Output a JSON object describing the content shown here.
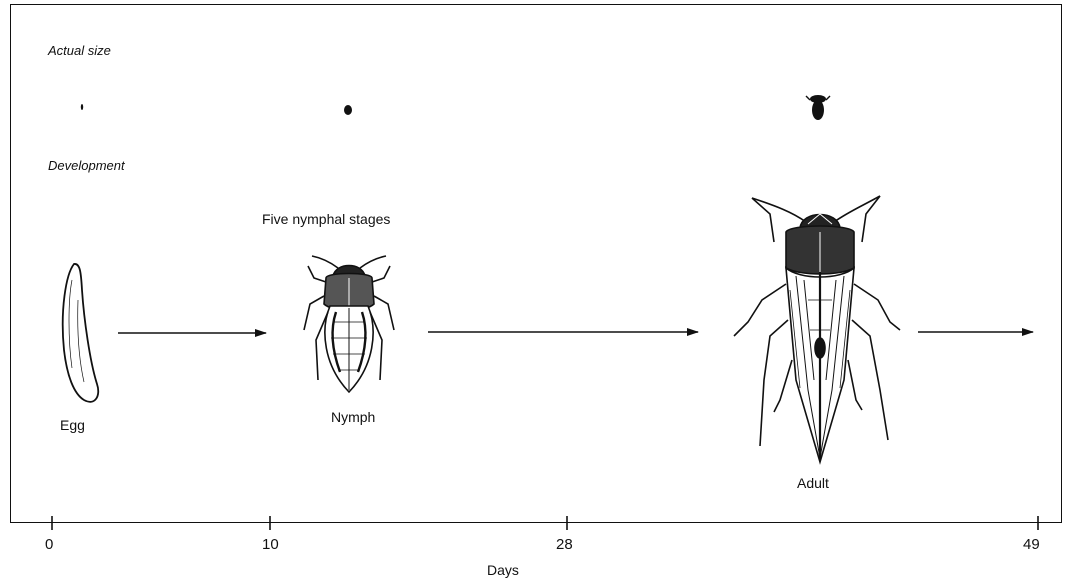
{
  "labels": {
    "actual_size": "Actual size",
    "development": "Development",
    "five_nymphal_stages": "Five nymphal stages",
    "egg": "Egg",
    "nymph": "Nymph",
    "adult": "Adult",
    "axis_title": "Days"
  },
  "axis_ticks": [
    {
      "label": "0",
      "day": 0
    },
    {
      "label": "10",
      "day": 10
    },
    {
      "label": "28",
      "day": 28
    },
    {
      "label": "49",
      "day": 49
    }
  ],
  "stages": [
    "egg",
    "nymph",
    "adult"
  ],
  "colors": {
    "ink": "#111111",
    "background": "#ffffff"
  }
}
